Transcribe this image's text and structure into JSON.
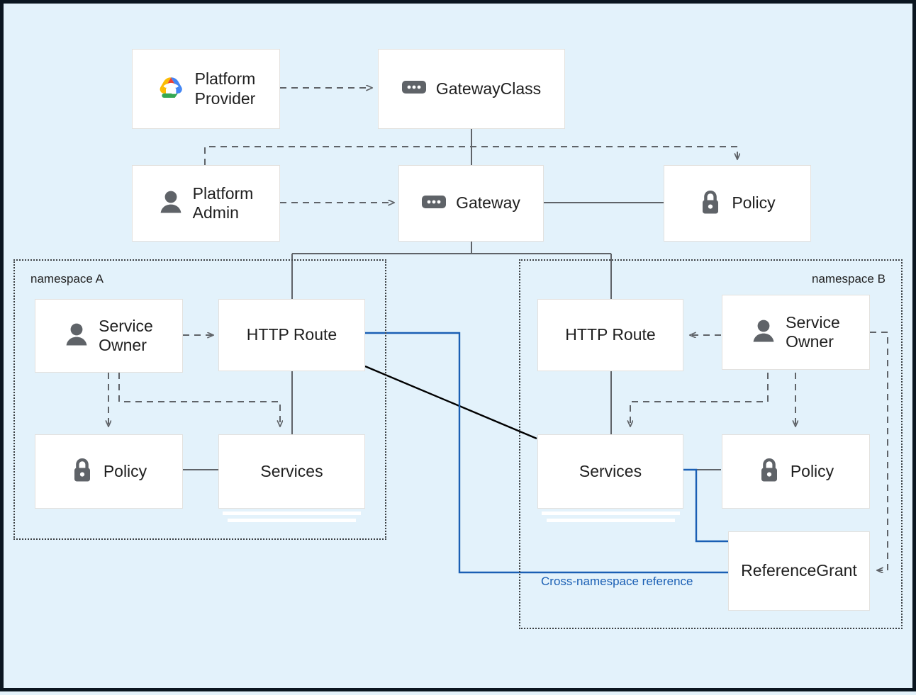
{
  "diagram": {
    "title": "Kubernetes Gateway API role-oriented resource model",
    "background_color": "#e3f2fb",
    "frame_color": "#0b1620",
    "node_fill": "#ffffff",
    "node_border": "#e3e1de",
    "connector_color": "#5f6368",
    "accent_blue": "#1a5fb4",
    "icon_color": "#5f6368"
  },
  "nodes": [
    {
      "id": "platform-provider",
      "label": "Platform\nProvider",
      "icon": "google-cloud-icon",
      "align": "left"
    },
    {
      "id": "gatewayclass",
      "label": "GatewayClass",
      "icon": "gateway-icon",
      "align": "left"
    },
    {
      "id": "platform-admin",
      "label": "Platform\nAdmin",
      "icon": "person-icon",
      "align": "left"
    },
    {
      "id": "gateway",
      "label": "Gateway",
      "icon": "gateway-icon",
      "align": "left"
    },
    {
      "id": "policy-top",
      "label": "Policy",
      "icon": "lock-icon",
      "align": "left"
    },
    {
      "id": "service-owner-a",
      "label": "Service\nOwner",
      "icon": "person-icon",
      "align": "left"
    },
    {
      "id": "http-route-a",
      "label": "HTTP Route",
      "icon": "none",
      "align": "center"
    },
    {
      "id": "policy-a",
      "label": "Policy",
      "icon": "lock-icon",
      "align": "left"
    },
    {
      "id": "services-a",
      "label": "Services",
      "icon": "none",
      "align": "center"
    },
    {
      "id": "http-route-b",
      "label": "HTTP Route",
      "icon": "none",
      "align": "center"
    },
    {
      "id": "service-owner-b",
      "label": "Service\nOwner",
      "icon": "person-icon",
      "align": "left"
    },
    {
      "id": "services-b",
      "label": "Services",
      "icon": "none",
      "align": "center"
    },
    {
      "id": "policy-b",
      "label": "Policy",
      "icon": "lock-icon",
      "align": "left"
    },
    {
      "id": "reference-grant",
      "label": "ReferenceGrant",
      "icon": "none",
      "align": "center"
    }
  ],
  "namespaces": [
    {
      "id": "namespace-a",
      "label": "namespace A",
      "label_align": "left"
    },
    {
      "id": "namespace-b",
      "label": "namespace B",
      "label_align": "right"
    }
  ],
  "annotations": [
    {
      "id": "cross-namespace-reference",
      "text": "Cross-namespace reference",
      "color": "#1a5fb4"
    }
  ],
  "labels": {
    "platform_provider": "Platform\nProvider",
    "gatewayclass": "GatewayClass",
    "platform_admin": "Platform\nAdmin",
    "gateway": "Gateway",
    "policy_top": "Policy",
    "service_owner_a": "Service\nOwner",
    "http_route_a": "HTTP Route",
    "policy_a": "Policy",
    "services_a": "Services",
    "http_route_b": "HTTP Route",
    "service_owner_b": "Service\nOwner",
    "services_b": "Services",
    "policy_b": "Policy",
    "reference_grant": "ReferenceGrant",
    "namespace_a": "namespace A",
    "namespace_b": "namespace B",
    "cross_namespace_reference": "Cross-namespace reference"
  }
}
